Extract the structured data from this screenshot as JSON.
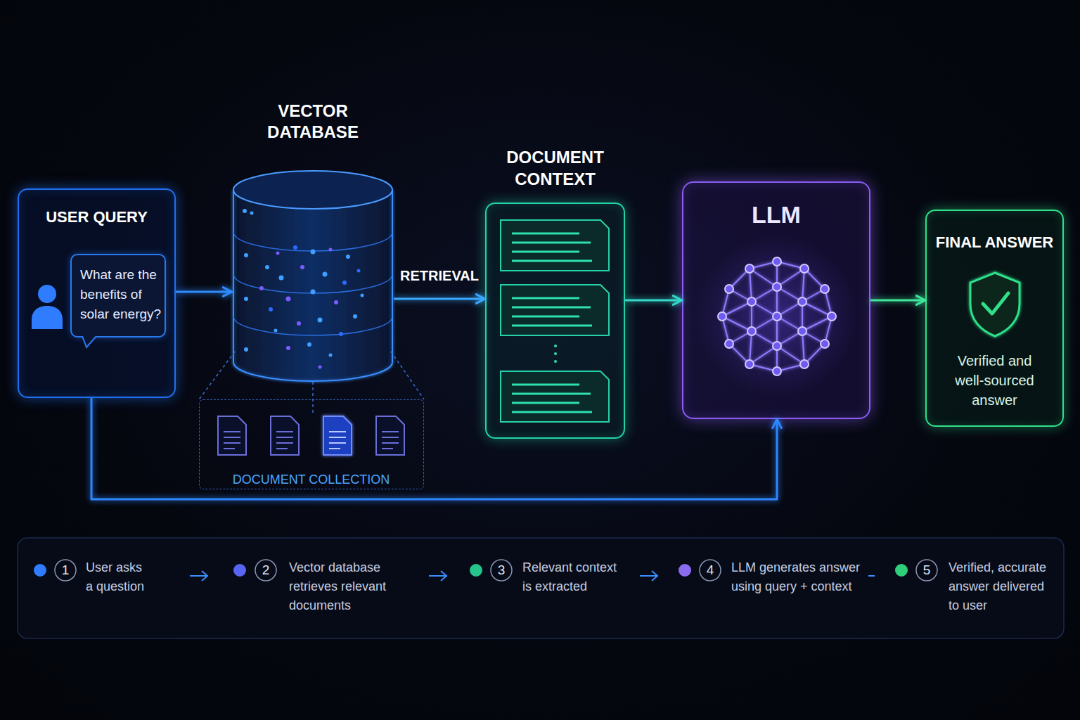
{
  "diagram": {
    "nodes": [
      {
        "text": [
          "USER QUERY"
        ]
      },
      {
        "text": [
          "What are the benefits of solar energy?"
        ],
        "in": 0
      },
      {
        "text": [
          "VECTOR DATABASE"
        ]
      },
      {
        "text": [
          "DOCUMENT COLLECTION"
        ]
      },
      {
        "text": [
          "DOCUMENT CONTEXT"
        ]
      },
      {
        "text": [
          "LLM"
        ]
      },
      {
        "text": [
          "FINAL ANSWER",
          "Verified and well-sourced answer"
        ]
      }
    ],
    "edges": [
      {
        "from": 0,
        "to": 2,
        "arrow": "to"
      },
      {
        "from": 2,
        "to": 4,
        "label": "RETRIEVAL",
        "arrow": "to"
      },
      {
        "from": 4,
        "to": 5,
        "arrow": "to"
      },
      {
        "from": 5,
        "to": 6,
        "arrow": "to"
      },
      {
        "from": 0,
        "to": 5,
        "arrow": "to"
      }
    ],
    "labels": [
      "1",
      "User asks a question",
      "2",
      "Vector database retrieves relevant documents",
      "3",
      "Relevant context is extracted",
      "4",
      "LLM generates answer using query + context",
      "5",
      "Verified, accurate answer delivered to user"
    ]
  }
}
